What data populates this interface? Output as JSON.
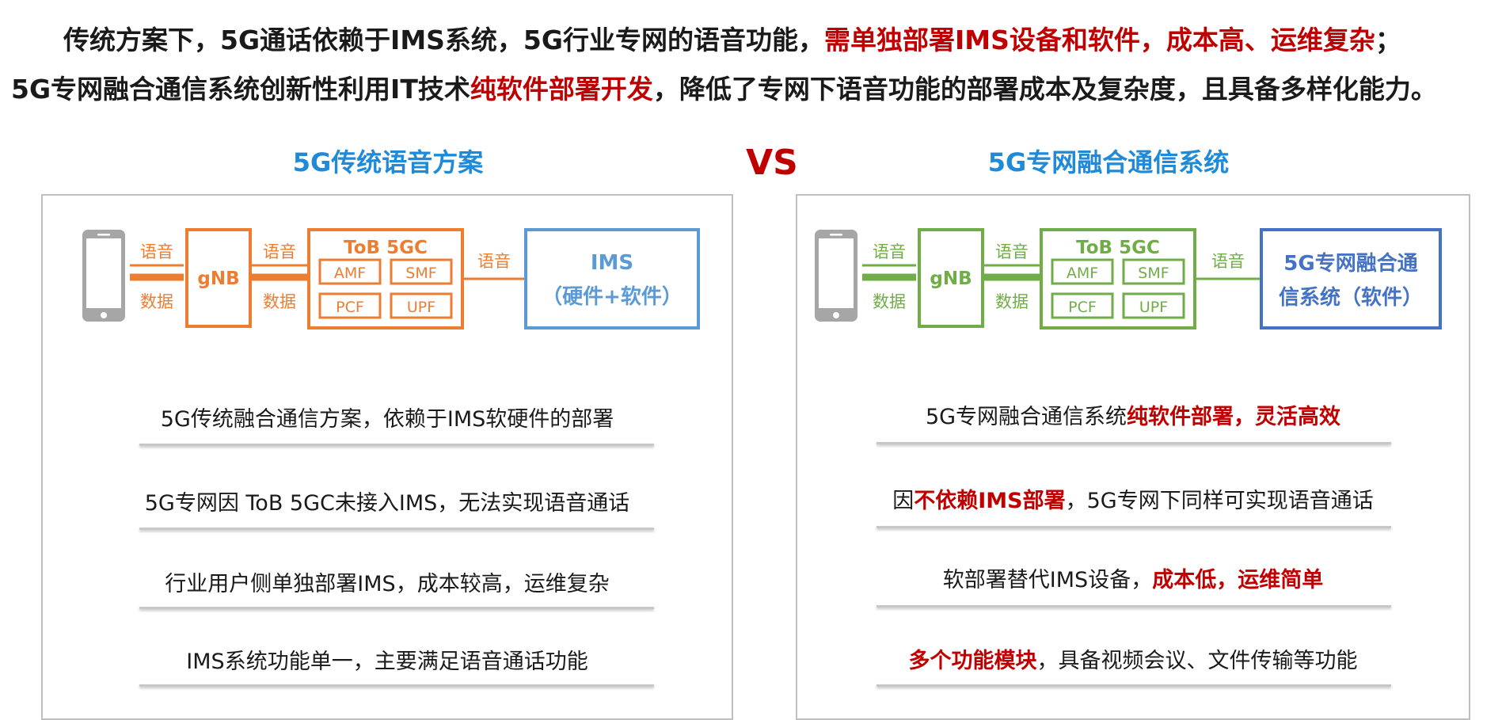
{
  "intro": {
    "line1_a": "传统方案下，5G通话依赖于IMS系统，5G行业专网的语音功能，",
    "line1_b": "需单独部署IMS设备和软件，成本高、运维复杂",
    "line1_c": "；",
    "line2_a": "5G专网融合通信系统创新性利用IT技术",
    "line2_b": "纯软件部署开发",
    "line2_c": "，降低了专网下语音功能的部署成本及复杂度，且具备多样化能力。"
  },
  "vs": "VS",
  "left": {
    "title": "5G传统语音方案",
    "diagram": {
      "voice": "语音",
      "data": "数据",
      "gnb": "gNB",
      "core_title": "ToB 5GC",
      "nf": [
        "AMF",
        "SMF",
        "PCF",
        "UPF"
      ],
      "ims_line1": "IMS",
      "ims_line2": "（硬件+软件）"
    },
    "statements": [
      "5G传统融合通信方案，依赖于IMS软硬件的部署",
      "5G专网因 ToB 5GC未接入IMS，无法实现语音通话",
      "行业用户侧单独部署IMS，成本较高，运维复杂",
      "IMS系统功能单一，主要满足语音通话功能"
    ]
  },
  "right": {
    "title": "5G专网融合通信系统",
    "diagram": {
      "voice": "语音",
      "data": "数据",
      "gnb": "gNB",
      "core_title": "ToB 5GC",
      "nf": [
        "AMF",
        "SMF",
        "PCF",
        "UPF"
      ],
      "sys_line1": "5G专网融合通",
      "sys_line2": "信系统（软件）"
    },
    "statements": [
      {
        "a": "5G专网融合通信系统",
        "b": "纯软件部署，灵活高效",
        "c": ""
      },
      {
        "a": "因",
        "b": "不依赖IMS部署",
        "c": "，5G专网下同样可实现语音通话"
      },
      {
        "a": "软部署替代IMS设备，",
        "b": "成本低，运维简单",
        "c": ""
      },
      {
        "a": "",
        "b": "多个功能模块",
        "c": "，具备视频会议、文件传输等功能"
      }
    ]
  },
  "colors": {
    "orange": "#ed7d31",
    "green": "#70ad47",
    "light_blue": "#5b9bd5",
    "dark_blue": "#4472c4",
    "title_blue": "#1f8ad8",
    "red": "#c00000",
    "phone_gray": "#a6a6a6"
  }
}
